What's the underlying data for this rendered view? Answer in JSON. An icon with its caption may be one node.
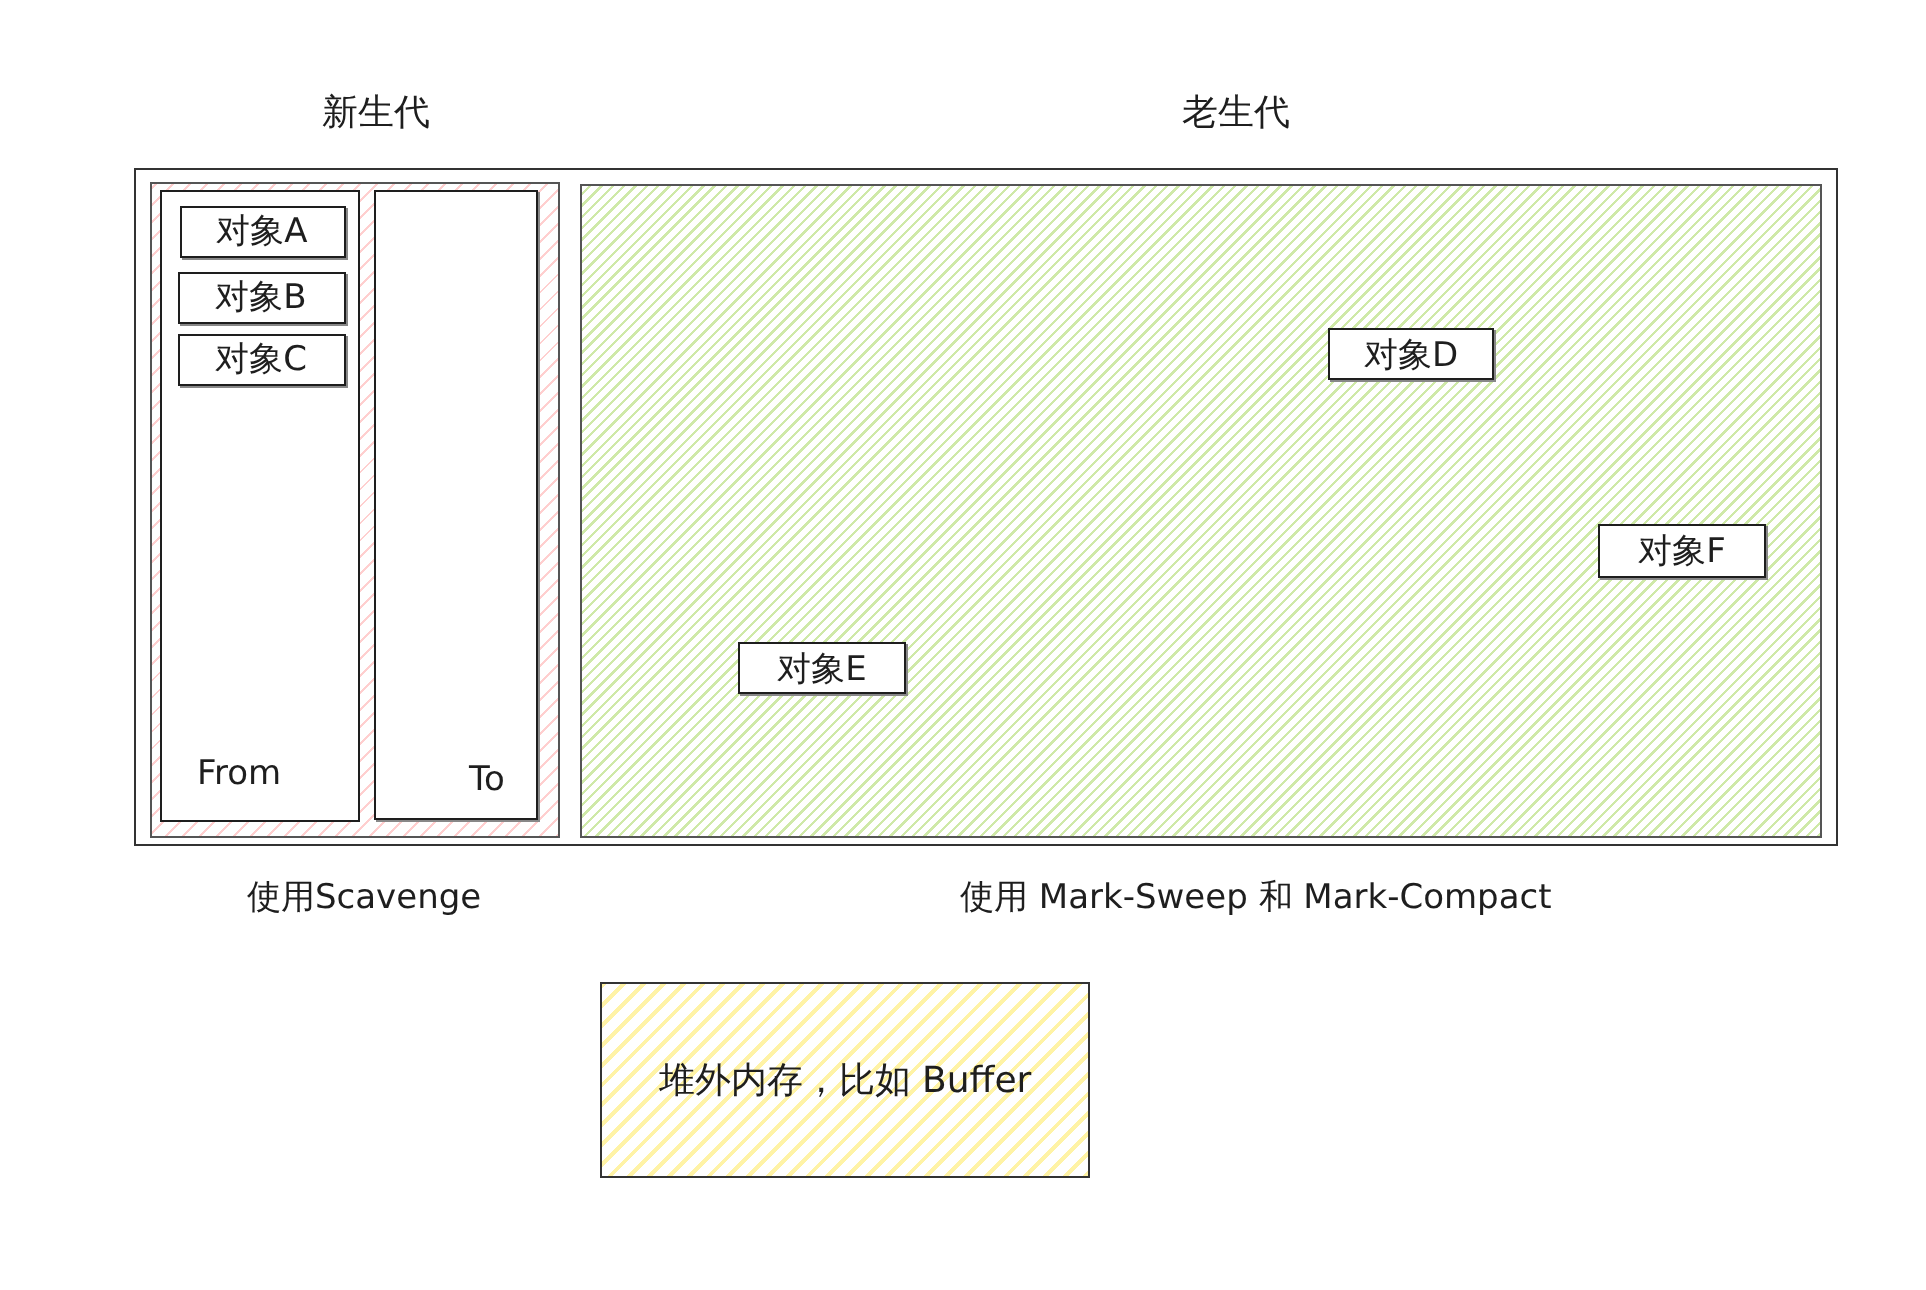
{
  "diagram": {
    "nodes": [
      {
        "text": [],
        "shape": "box"
      },
      {
        "text": [
          "新生代"
        ],
        "beside": [
          "使用Scavenge"
        ],
        "in": 0
      },
      {
        "text": [
          "From"
        ],
        "in": 1
      },
      {
        "text": [
          "对象A"
        ],
        "in": 2
      },
      {
        "text": [
          "对象B"
        ],
        "in": 2
      },
      {
        "text": [
          "对象C"
        ],
        "in": 2
      },
      {
        "text": [
          "To"
        ],
        "in": 1
      },
      {
        "text": [
          "老生代"
        ],
        "beside": [
          "使用 Mark-Sweep 和 Mark-Compact"
        ],
        "in": 0
      },
      {
        "text": [
          "对象D"
        ],
        "in": 7
      },
      {
        "text": [
          "对象F"
        ],
        "in": 7
      },
      {
        "text": [
          "对象E"
        ],
        "in": 7
      },
      {
        "text": [
          "堆外内存，比如 Buffer"
        ]
      }
    ]
  }
}
